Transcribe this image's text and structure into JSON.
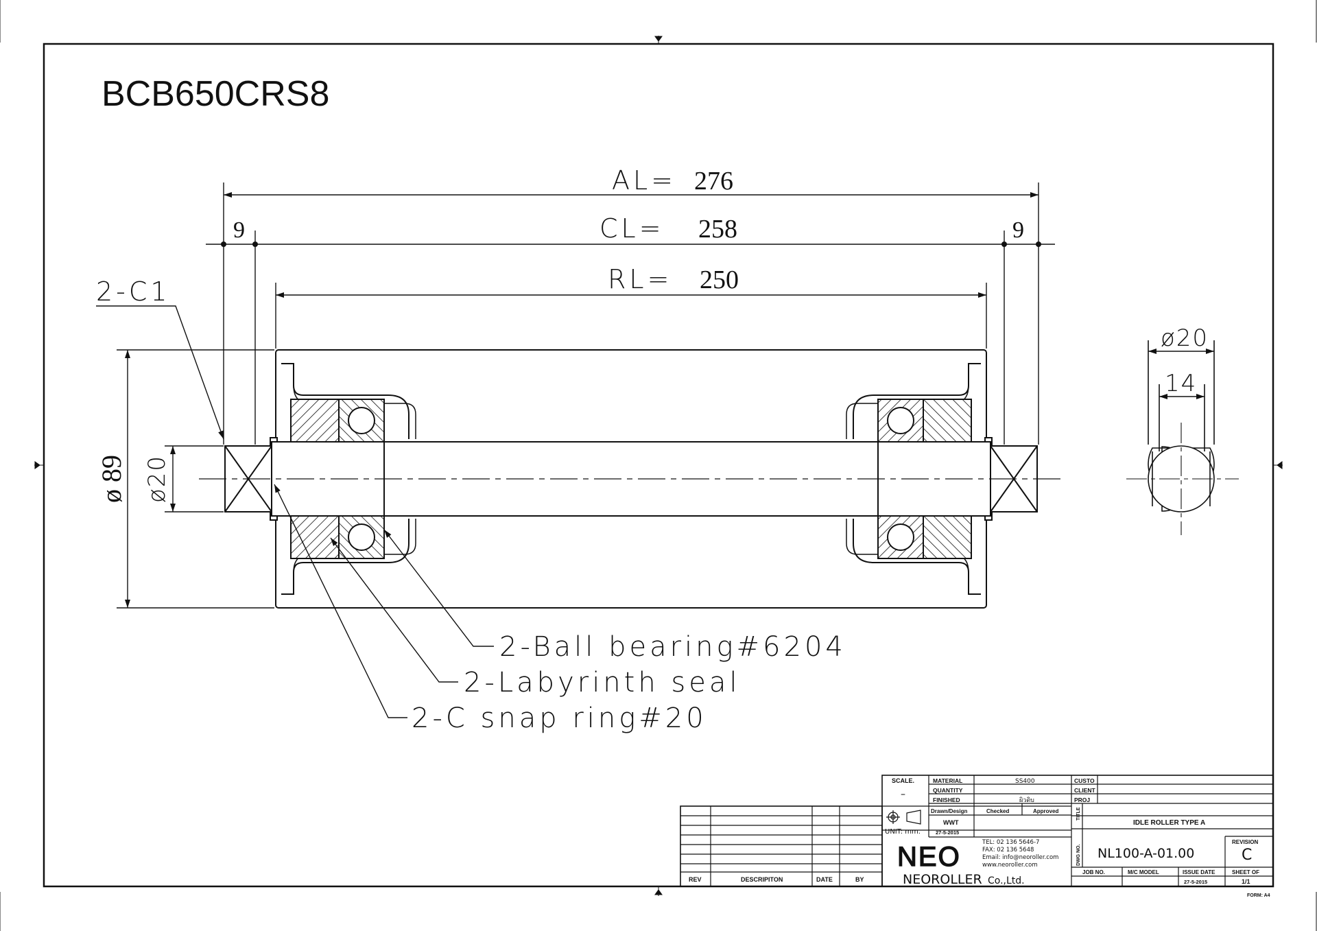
{
  "drawing": {
    "part_code": "BCB650CRS8",
    "dimensions": {
      "al_label": "AL=",
      "al_value": "276",
      "cl_label": "CL=",
      "cl_value": "258",
      "rl_label": "RL=",
      "rl_value": "250",
      "end_left": "9",
      "end_right": "9",
      "outer_dia": "ø 89",
      "shaft_dia": "ø20",
      "end_dia": "ø20",
      "flat_width": "14"
    },
    "callouts": {
      "chamfer": "2-C1",
      "bearing": "2-Ball bearing#6204",
      "seal": "2-Labyrinth seal",
      "snap_ring": "2-C snap ring#20"
    }
  },
  "title_block": {
    "scale_label": "SCALE.",
    "scale_value": "–",
    "material_label": "MATERIAL",
    "material_value": "SS400",
    "quantity_label": "QUANTITY",
    "finished_label": "FINISHED",
    "finished_value": "ผิวดิบ",
    "drawn_label": "Drawn/Design",
    "checked_label": "Checked",
    "approved_label": "Approved",
    "drawn_by": "WWT",
    "drawn_date": "27-5-2015",
    "unit_label": "UNIT: mm.",
    "custo_label": "CUSTO",
    "client_label": "CLIENT",
    "proj_label": "PROJ",
    "title_label": "TITLE",
    "title_value": "IDLE ROLLER TYPE A",
    "dwg_no_label": "DWG NO.",
    "dwg_no_value": "NL100-A-01.00",
    "revision_label": "REVISION",
    "revision_value": "C",
    "job_no_label": "JOB NO.",
    "mc_model_label": "M/C MODEL",
    "issue_date_label": "ISSUE DATE",
    "issue_date_value": "27-5-2015",
    "sheet_label": "SHEET OF",
    "sheet_value": "1/1",
    "form_label": "FORM: A4",
    "rev_label": "REV",
    "description_label": "DESCRIPITON",
    "date_label": "DATE",
    "by_label": "BY",
    "logo_text": "NEO",
    "company_name": "NEOROLLER",
    "company_suffix": "Co.,Ltd.",
    "tel": "TEL: 02 136 5646-7",
    "fax": "FAX: 02 136 5648",
    "email": "Email: info@neoroller.com",
    "website": "www.neoroller.com"
  }
}
